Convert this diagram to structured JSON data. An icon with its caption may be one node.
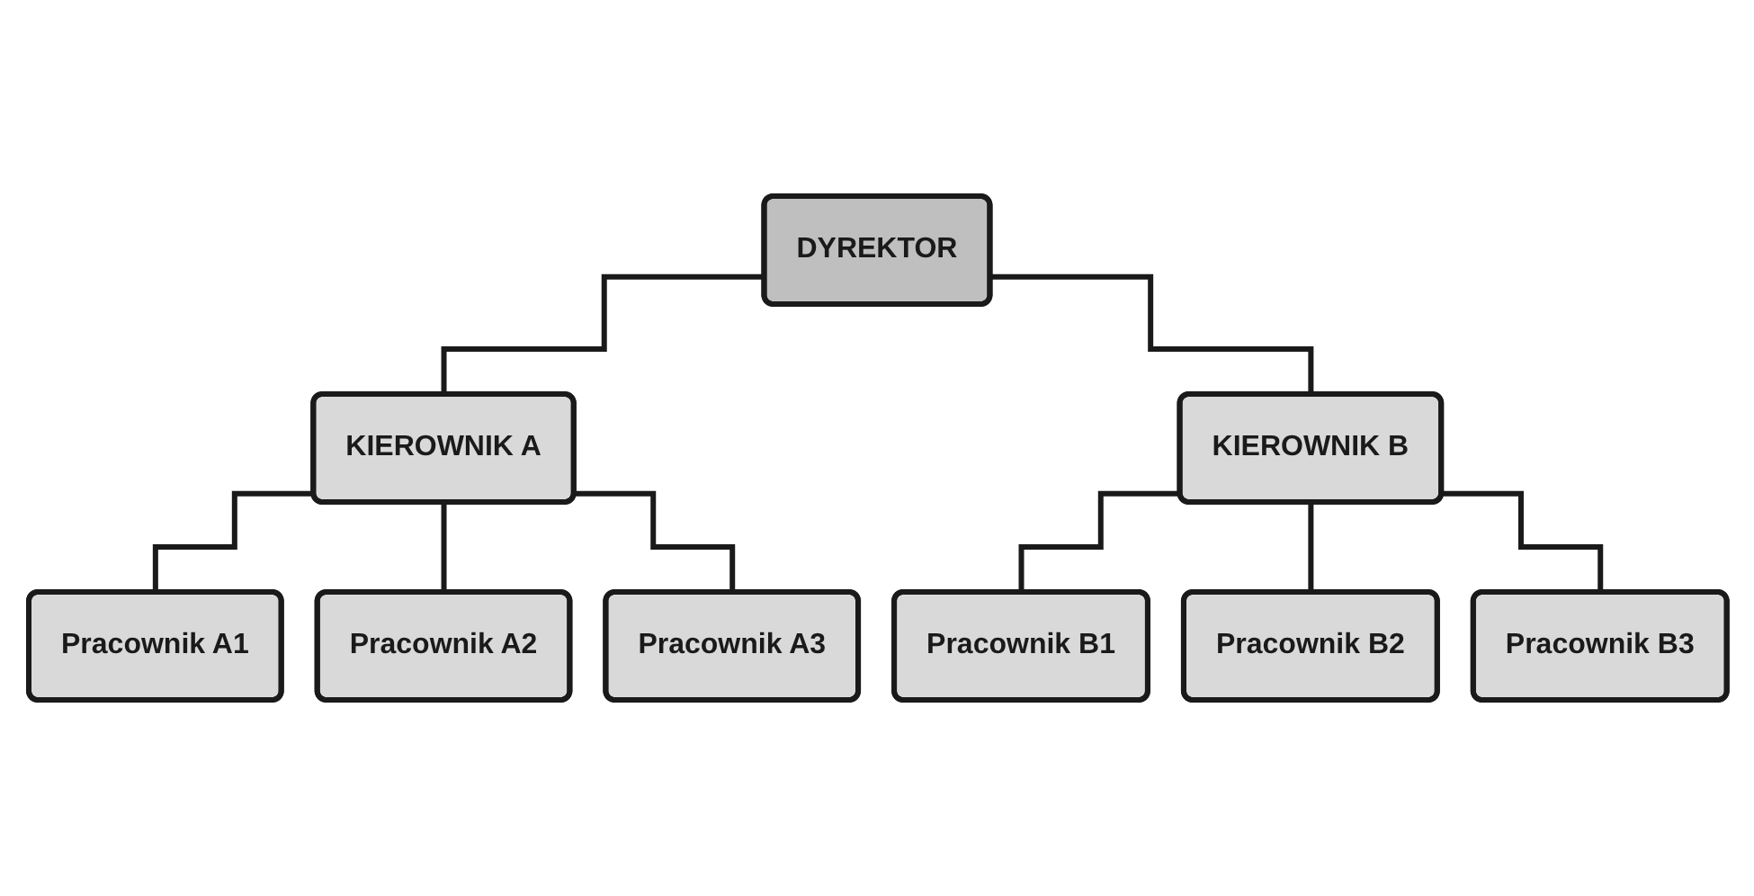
{
  "diagram": {
    "nodes": [
      {
        "text": [
          "DYREKTOR"
        ]
      },
      {
        "text": [
          "KIEROWNIK A"
        ]
      },
      {
        "text": [
          "KIEROWNIK B"
        ]
      },
      {
        "text": [
          "Pracownik A1"
        ]
      },
      {
        "text": [
          "Pracownik A2"
        ]
      },
      {
        "text": [
          "Pracownik A3"
        ]
      },
      {
        "text": [
          "Pracownik B1"
        ]
      },
      {
        "text": [
          "Pracownik B2"
        ]
      },
      {
        "text": [
          "Pracownik B3"
        ]
      }
    ],
    "edges": [
      {
        "from": 0,
        "to": 1,
        "arrow": "none"
      },
      {
        "from": 0,
        "to": 2,
        "arrow": "none"
      },
      {
        "from": 1,
        "to": 3,
        "arrow": "none"
      },
      {
        "from": 1,
        "to": 4,
        "arrow": "none"
      },
      {
        "from": 1,
        "to": 5,
        "arrow": "none"
      },
      {
        "from": 2,
        "to": 6,
        "arrow": "none"
      },
      {
        "from": 2,
        "to": 7,
        "arrow": "none"
      },
      {
        "from": 2,
        "to": 8,
        "arrow": "none"
      }
    ]
  }
}
